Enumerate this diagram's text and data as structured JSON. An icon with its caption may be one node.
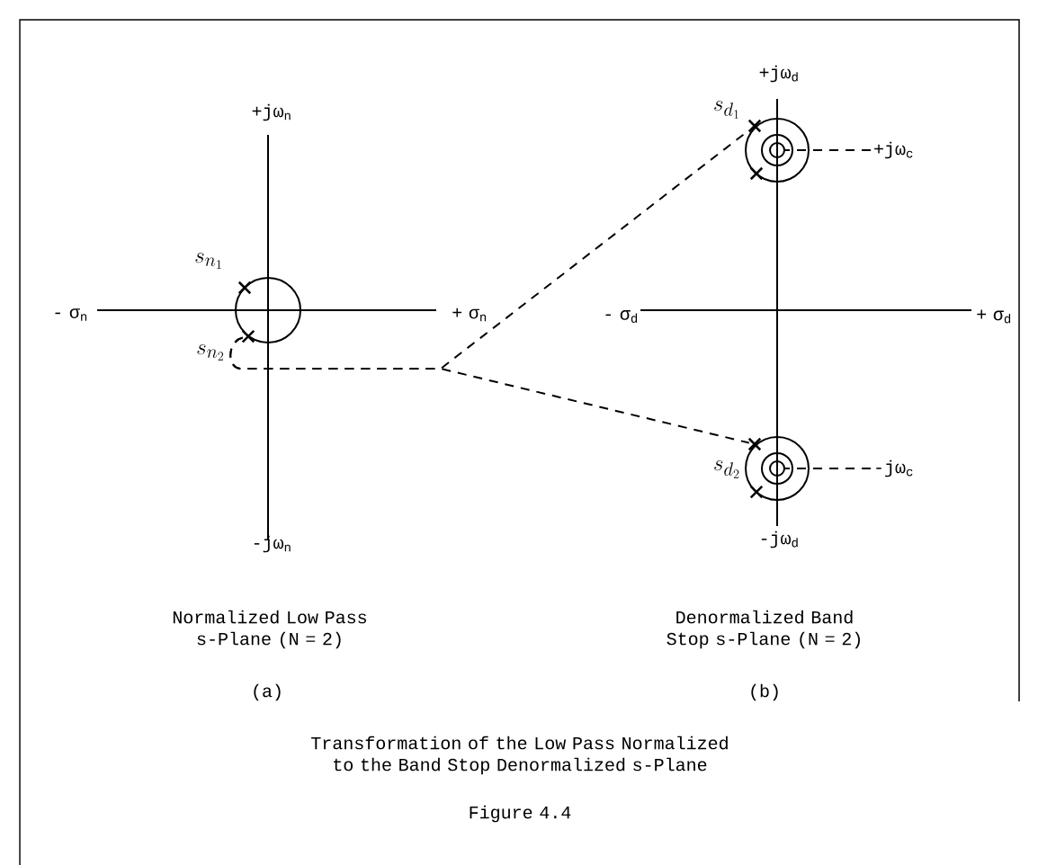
{
  "diagram": {
    "caption": "Transformation of the Low Pass Normalized to the Band Stop Denormalized s-Plane",
    "nodes": [
      {
        "text": [],
        "shape": "cross",
        "beside": [
          "s_{n_1}"
        ]
      },
      {
        "text": [],
        "shape": "cross",
        "beside": [
          "s_{n_2}"
        ]
      },
      {
        "text": [],
        "shape": "cross",
        "beside": [
          "s_{d_1}"
        ]
      },
      {
        "text": [],
        "shape": "cross"
      },
      {
        "text": [],
        "shape": "cross",
        "beside": [
          "s_{d_2}"
        ]
      },
      {
        "text": [],
        "shape": "cross"
      },
      {
        "text": [],
        "shape": "circle"
      },
      {
        "text": [
          "+jω$_{c}$"
        ]
      },
      {
        "text": [],
        "shape": "circle"
      },
      {
        "text": [
          "-jω$_{c}$"
        ]
      }
    ],
    "edges": [
      {
        "from": 1,
        "to": 2,
        "arrow": "none",
        "style": "dashed"
      },
      {
        "from": 1,
        "to": 4,
        "arrow": "none",
        "style": "dashed"
      },
      {
        "from": 7,
        "to": 6,
        "arrow": "none",
        "style": "dashed"
      },
      {
        "from": 9,
        "to": 8,
        "arrow": "none",
        "style": "dashed"
      }
    ],
    "labels": [
      "+jω$_{n}$",
      "- σ$_{n}$",
      "+ σ$_{n}$",
      "-jω$_{n}$",
      "+jω$_{d}$",
      "- σ$_{d}$",
      "+ σ$_{d}$",
      "-jω$_{d}$",
      "Normalized Low Pass s-Plane (N = 2)",
      "(a)",
      "Denormalized Band Stop s-Plane (N = 2)",
      "(b)",
      "Figure 4.4"
    ]
  }
}
